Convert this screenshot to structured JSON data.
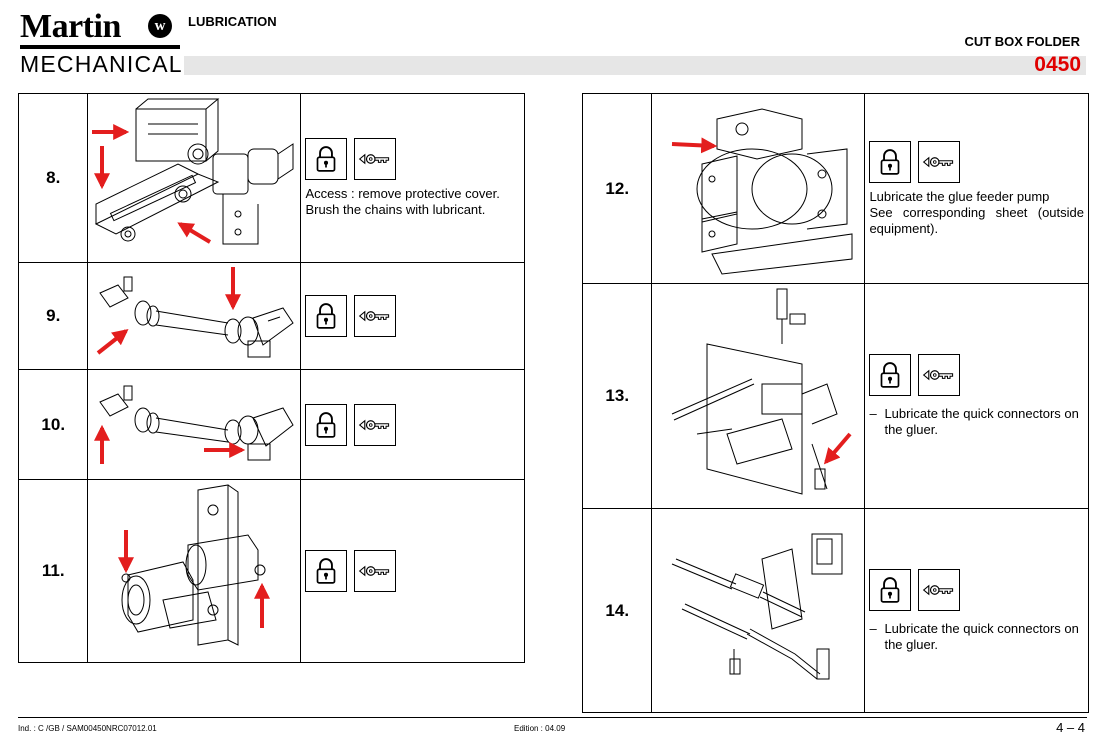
{
  "header": {
    "brand_top": "Martin",
    "brand_mark": "w",
    "brand_bottom": "MECHANICAL",
    "section": "LUBRICATION",
    "machine": "CUT BOX FOLDER",
    "code": "0450"
  },
  "left_rows": [
    {
      "number": "8.",
      "lines": [
        "Access : remove protective cover.",
        "Brush the chains with lubricant."
      ]
    },
    {
      "number": "9.",
      "lines": []
    },
    {
      "number": "10.",
      "lines": []
    },
    {
      "number": "11.",
      "lines": []
    }
  ],
  "right_rows": [
    {
      "number": "12.",
      "lines": [
        "Lubricate the glue feeder pump",
        "See corresponding sheet (outside",
        "equipment)."
      ]
    },
    {
      "number": "13.",
      "dash": "–",
      "text": "Lubricate the quick connectors on the gluer."
    },
    {
      "number": "14.",
      "dash": "–",
      "text": "Lubricate the quick connectors on the gluer."
    }
  ],
  "icons": {
    "lock": "padlock-icon",
    "key": "key-icon"
  },
  "colors": {
    "arrow": "#e31e1e",
    "code": "#e00000"
  },
  "footer": {
    "ref": "Ind. : C /GB / SAM00450NRC07012.01",
    "edition": "Edition : 04.09",
    "page": "4 – 4"
  }
}
